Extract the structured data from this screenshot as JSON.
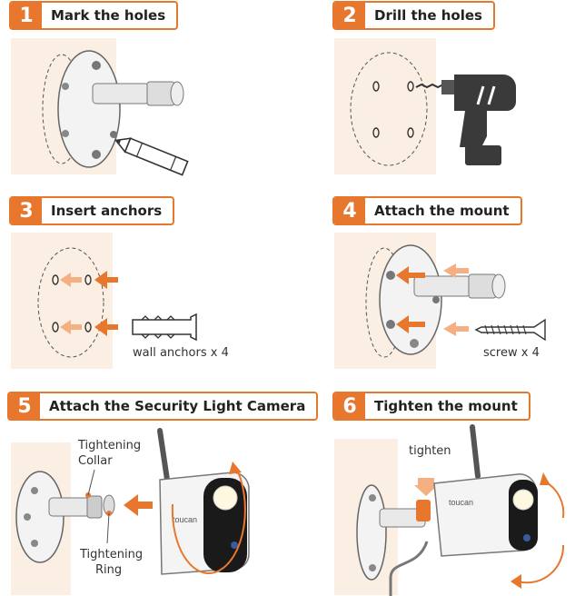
{
  "steps": [
    {
      "number": "1",
      "title": "Mark the holes"
    },
    {
      "number": "2",
      "title": "Drill the holes"
    },
    {
      "number": "3",
      "title": "Insert anchors"
    },
    {
      "number": "4",
      "title": "Attach the mount"
    },
    {
      "number": "5",
      "title": "Attach the Security Light Camera"
    },
    {
      "number": "6",
      "title": "Tighten the mount"
    }
  ],
  "labels": {
    "wall_anchors": "wall anchors x 4",
    "screw": "screw x 4",
    "tightening_collar_1": "Tightening",
    "tightening_collar_2": "Collar",
    "tightening_ring_1": "Tightening",
    "tightening_ring_2": "Ring",
    "tighten": "tighten"
  },
  "camera_brand": "toucan",
  "colors": {
    "accent": "#e8772e",
    "wall": "#fbeee3",
    "drill": "#3a3a3a"
  }
}
